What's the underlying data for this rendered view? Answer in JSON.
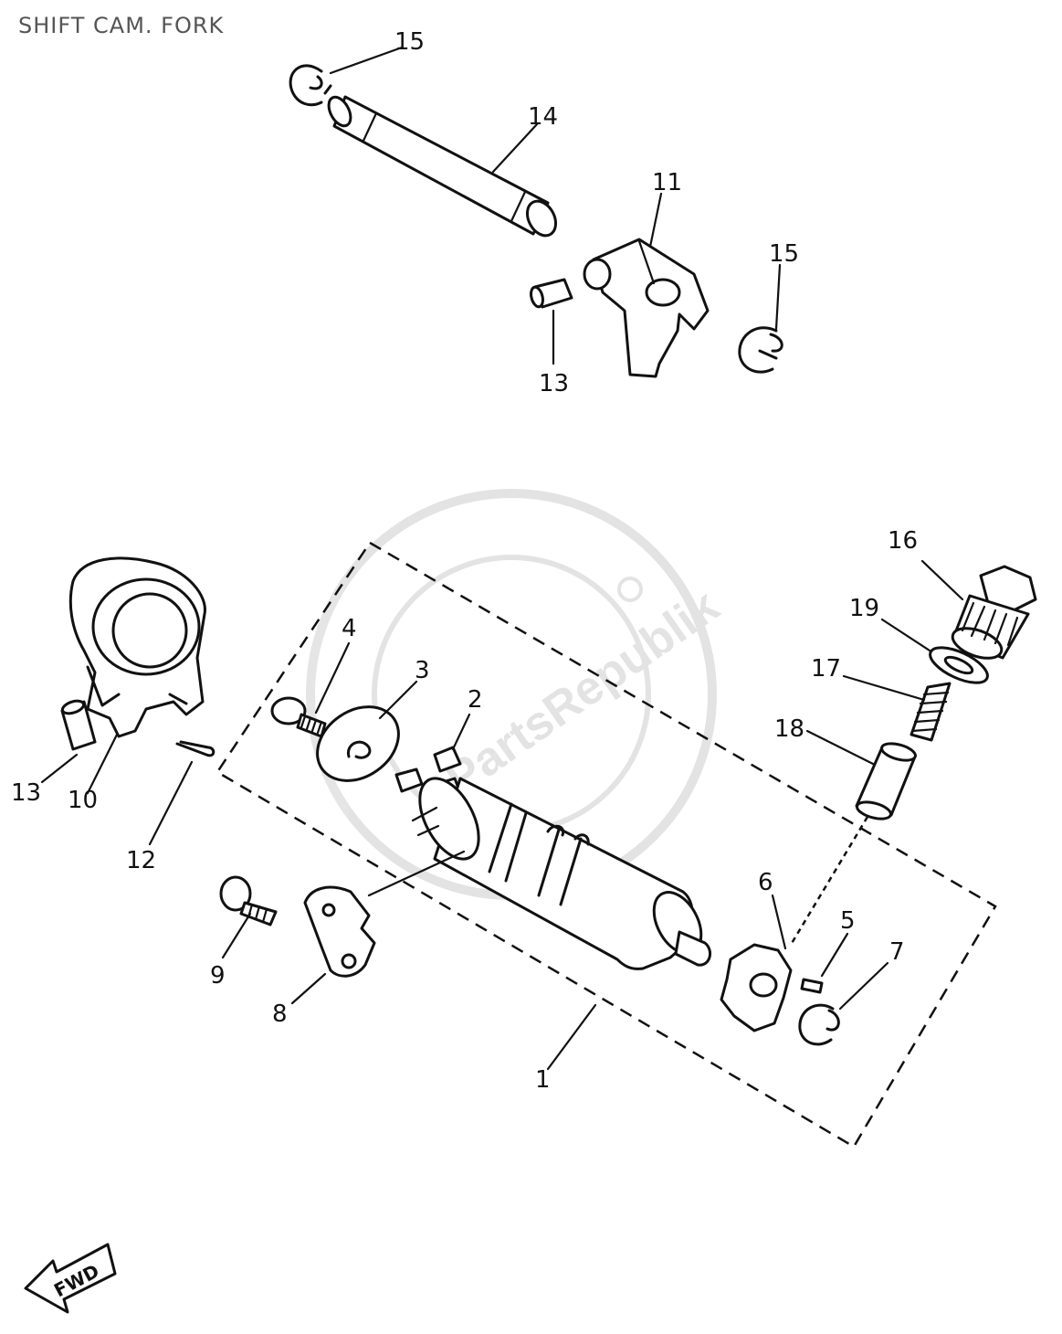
{
  "title": "SHIFT CAM. FORK",
  "watermark": "PartsRepublik",
  "fwd_label": "FWD",
  "callouts": {
    "c15a": "15",
    "c14": "14",
    "c11": "11",
    "c15b": "15",
    "c13a": "13",
    "c16": "16",
    "c19": "19",
    "c17": "17",
    "c18": "18",
    "c4": "4",
    "c3": "3",
    "c2": "2",
    "c13b": "13",
    "c10": "10",
    "c12": "12",
    "c9": "9",
    "c8": "8",
    "c6": "6",
    "c5": "5",
    "c7": "7",
    "c1": "1"
  }
}
